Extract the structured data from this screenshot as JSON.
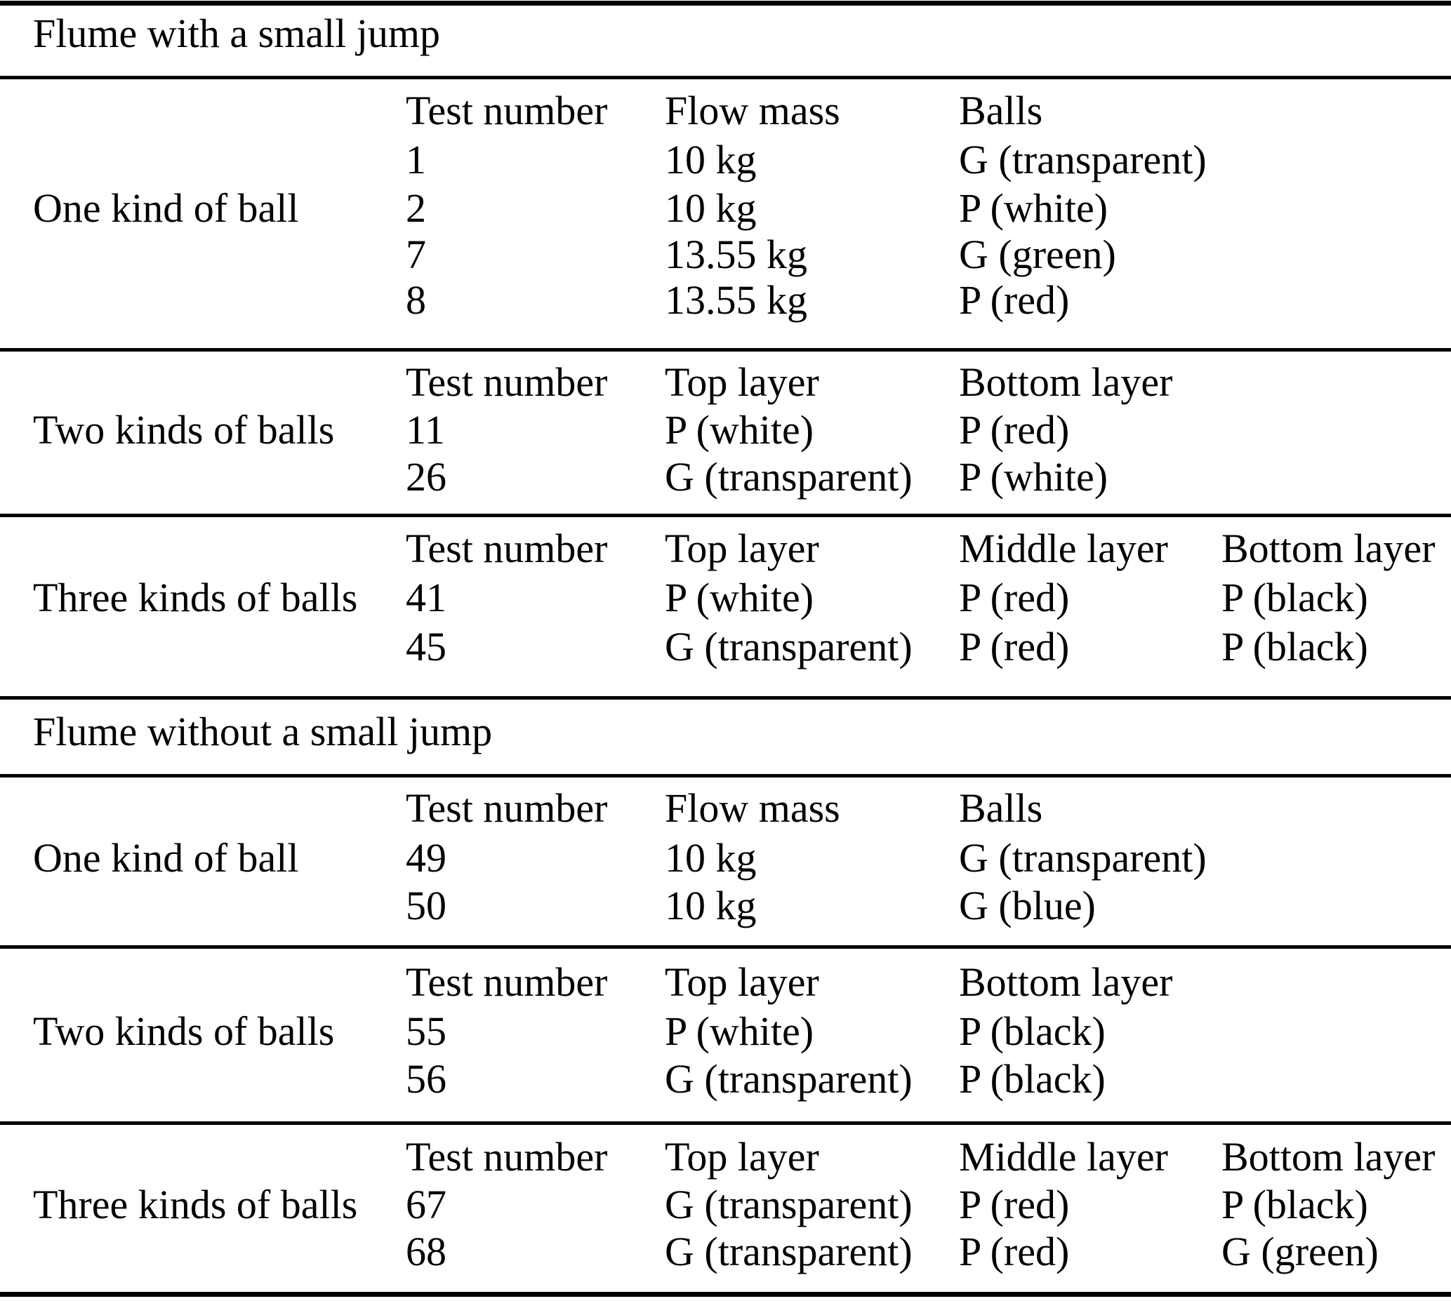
{
  "colors": {
    "text": "#000000",
    "background": "#ffffff",
    "rule": "#000000"
  },
  "parts": [
    {
      "heading": "Flume with a small jump",
      "groups": [
        {
          "label": "One kind of ball",
          "headers": [
            "Test number",
            "Flow mass",
            "Balls"
          ],
          "rows": [
            [
              "1",
              "10 kg",
              "G (transparent)"
            ],
            [
              "2",
              "10 kg",
              "P (white)"
            ],
            [
              "7",
              "13.55 kg",
              "G (green)"
            ],
            [
              "8",
              "13.55 kg",
              "P (red)"
            ]
          ]
        },
        {
          "label": "Two kinds of balls",
          "headers": [
            "Test number",
            "Top layer",
            "Bottom layer"
          ],
          "rows": [
            [
              "11",
              "P (white)",
              "P (red)"
            ],
            [
              "26",
              "G (transparent)",
              "P (white)"
            ]
          ]
        },
        {
          "label": "Three kinds of balls",
          "headers": [
            "Test number",
            "Top layer",
            "Middle layer",
            "Bottom layer"
          ],
          "rows": [
            [
              "41",
              "P (white)",
              "P (red)",
              "P (black)"
            ],
            [
              "45",
              "G (transparent)",
              "P (red)",
              "P (black)"
            ]
          ]
        }
      ]
    },
    {
      "heading": "Flume without a small jump",
      "groups": [
        {
          "label": "One kind of ball",
          "headers": [
            "Test number",
            "Flow mass",
            "Balls"
          ],
          "rows": [
            [
              "49",
              "10 kg",
              "G (transparent)"
            ],
            [
              "50",
              "10 kg",
              "G (blue)"
            ]
          ]
        },
        {
          "label": "Two kinds of balls",
          "headers": [
            "Test number",
            "Top layer",
            "Bottom layer"
          ],
          "rows": [
            [
              "55",
              "P (white)",
              "P (black)"
            ],
            [
              "56",
              "G (transparent)",
              "P (black)"
            ]
          ]
        },
        {
          "label": "Three kinds of balls",
          "headers": [
            "Test number",
            "Top layer",
            "Middle layer",
            "Bottom layer"
          ],
          "rows": [
            [
              "67",
              "G (transparent)",
              "P (red)",
              "P (black)"
            ],
            [
              "68",
              "G (transparent)",
              "P (red)",
              "G (green)"
            ]
          ]
        }
      ]
    }
  ]
}
